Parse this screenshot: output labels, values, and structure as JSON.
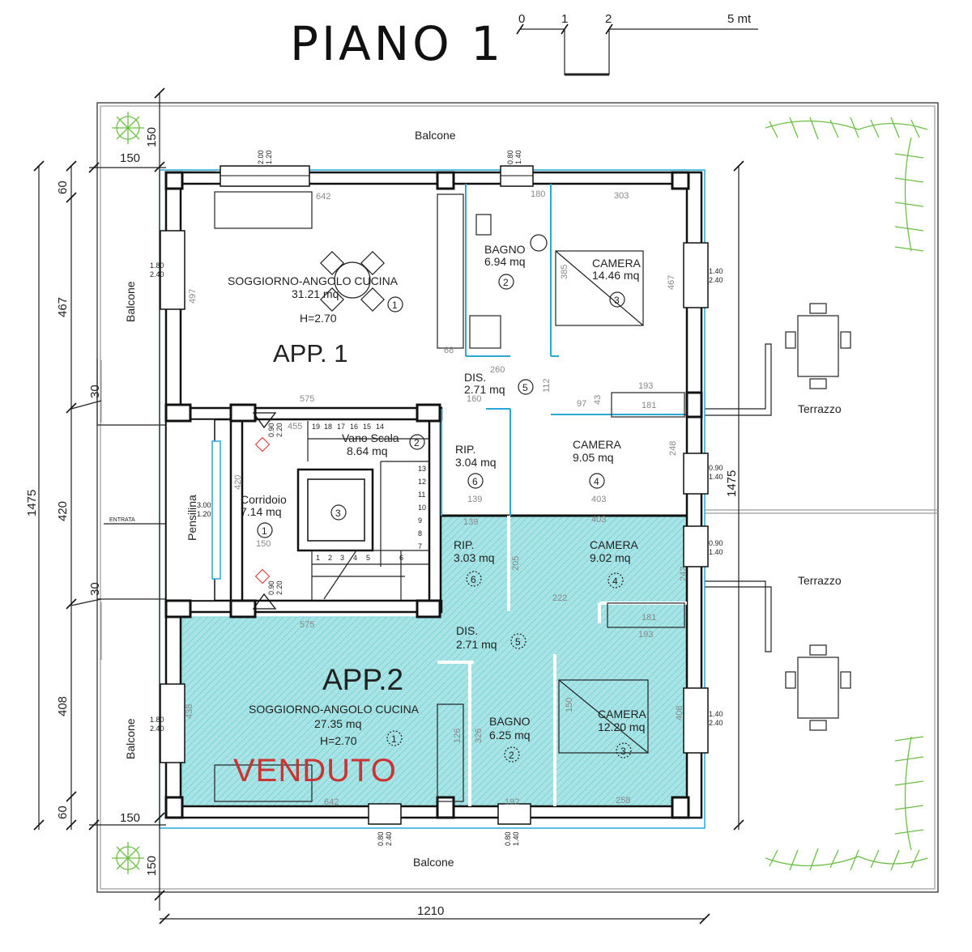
{
  "title": "PIANO 1",
  "scale": {
    "ticks": [
      "0",
      "1",
      "2",
      "5 mt"
    ]
  },
  "dimensions": {
    "top_balcony": "150",
    "left_balcony_top": "150",
    "left_balcony_bottom": "150",
    "bottom_balcony": "150",
    "total_height": "1475",
    "total_height_right": "1475",
    "seg_60_top": "60",
    "seg_467": "467",
    "seg_420": "420",
    "seg_408": "408",
    "seg_60_bottom": "60",
    "seg_30_top": "30",
    "seg_30_bottom": "30",
    "total_width": "1210"
  },
  "apartments": [
    {
      "label": "APP. 1"
    },
    {
      "label": "APP.2",
      "status": "VENDUTO"
    }
  ],
  "labels": {
    "balcone_top": "Balcone",
    "balcone_bottom": "Balcone",
    "balcone_left_top": "Balcone",
    "balcone_left_bottom": "Balcone",
    "terrazzo_top": "Terrazzo",
    "terrazzo_bottom": "Terrazzo",
    "pensilina": "Pensilina",
    "entrata": "ENTRATA"
  },
  "rooms_app1": [
    {
      "name": "SOGGIORNO-ANGOLO CUCINA",
      "area": "31.21 mq",
      "height": "H=2.70",
      "num": "1"
    },
    {
      "name": "BAGNO",
      "area": "6.94 mq",
      "num": "2"
    },
    {
      "name": "CAMERA",
      "area": "14.46 mq",
      "num": "3"
    },
    {
      "name": "DIS.",
      "area": "2.71 mq",
      "num": "5"
    },
    {
      "name": "RIP.",
      "area": "3.04 mq",
      "num": "6"
    },
    {
      "name": "CAMERA",
      "area": "9.05 mq",
      "num": "4"
    }
  ],
  "rooms_common": [
    {
      "name": "Vano Scala",
      "area": "8.64 mq",
      "num": "2"
    },
    {
      "name": "Corridoio",
      "area": "7.14 mq",
      "num": "1"
    },
    {
      "name": "",
      "area": "",
      "num": "3"
    }
  ],
  "rooms_app2": [
    {
      "name": "RIP.",
      "area": "3.03 mq",
      "num": "6"
    },
    {
      "name": "CAMERA",
      "area": "9.02 mq",
      "num": "4"
    },
    {
      "name": "DIS.",
      "area": "2.71 mq",
      "num": "5"
    },
    {
      "name": "SOGGIORNO-ANGOLO CUCINA",
      "area": "27.35 mq",
      "height": "H=2.70",
      "num": "1"
    },
    {
      "name": "BAGNO",
      "area": "6.25 mq",
      "num": "2"
    },
    {
      "name": "CAMERA",
      "area": "12.20 mq",
      "num": "3"
    }
  ],
  "inner_dims": {
    "d642_top": "642",
    "d497": "497",
    "d180": "180",
    "d303": "303",
    "d385": "385",
    "d467": "467",
    "d68": "68",
    "d260": "260",
    "d575_top": "575",
    "d455": "455",
    "d160": "160",
    "d112": "112",
    "d193_top": "193",
    "d97": "97",
    "d43": "43",
    "d181_top": "181",
    "d248": "248",
    "d420_stair": "420",
    "d139_top": "139",
    "d403_top": "403",
    "d150_stair": "150",
    "d139_bot": "139",
    "d403_bot": "403",
    "d205": "205",
    "d242": "242",
    "d222": "222",
    "d181_bot": "181",
    "d193_bot": "193",
    "d575_bot": "575",
    "d438": "438",
    "d326": "326",
    "d126": "126",
    "d150_bath": "150",
    "d408": "408",
    "d642_bot": "642",
    "d192": "192",
    "d258": "258"
  },
  "stair_steps": [
    "19",
    "18",
    "17",
    "16",
    "15",
    "14",
    "13",
    "12",
    "11",
    "10",
    "9",
    "8",
    "7",
    "1",
    "2",
    "3",
    "4",
    "5",
    "6"
  ],
  "window_labels": {
    "w_top1": [
      "2.00",
      "1.20"
    ],
    "w_top2": [
      "0.80",
      "1.40"
    ],
    "w_left1": [
      "1.80",
      "2.40"
    ],
    "w_right1": [
      "1.40",
      "2.40"
    ],
    "w_right2": [
      "0.90",
      "1.40"
    ],
    "w_right3": [
      "0.90",
      "1.40"
    ],
    "w_right4": [
      "1.40",
      "2.40"
    ],
    "w_left2": [
      "1.80",
      "2.40"
    ],
    "w_bot1": [
      "0.80",
      "2.40"
    ],
    "w_bot2": [
      "0.80",
      "1.40"
    ],
    "w_pens": [
      "3.00",
      "1.20"
    ],
    "w_stair1": [
      "0.90",
      "2.20"
    ],
    "w_stair2": [
      "0.90",
      "2.20"
    ]
  },
  "colors": {
    "sold_fill": "#a8e4e6",
    "sold_text": "#cc3333",
    "wall_accent": "#29a8d6",
    "plant": "#6cbf45"
  }
}
